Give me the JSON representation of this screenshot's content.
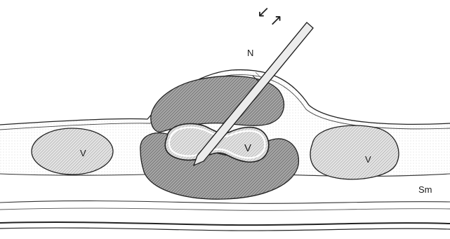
{
  "labels": {
    "needle": "N",
    "vein_left": "V",
    "vein_center": "V",
    "vein_right": "V",
    "submucosa": "Sm"
  },
  "motion_arrows": [
    "↙",
    "↗"
  ],
  "colors": {
    "stroke": "#222222",
    "tissue_hatch": "#9a9a9a",
    "vein_fill": "#dcdcdc",
    "needle_fill": "#e8e8e8"
  }
}
